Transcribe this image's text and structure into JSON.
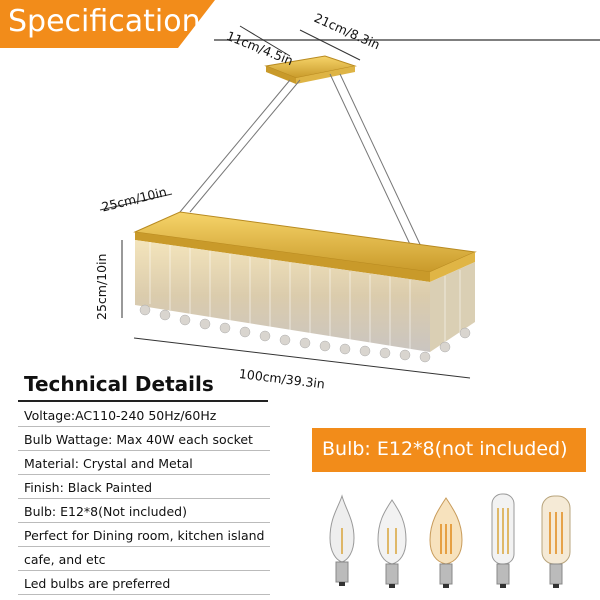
{
  "spec_banner": {
    "title": "Specification",
    "color": "#f28c1a"
  },
  "dimensions": {
    "top_depth": "11cm/4.5in",
    "top_width": "21cm/8.3in",
    "body_depth": "25cm/10in",
    "body_height": "25cm/10in",
    "body_length": "100cm/39.3in"
  },
  "technical": {
    "title": "Technical Details",
    "items": [
      "Voltage:AC110-240 50Hz/60Hz",
      "Bulb Wattage: Max 40W each socket",
      "Material: Crystal and Metal",
      "Finish: Black Painted",
      "Bulb: E12*8(Not included)",
      "Perfect for Dining room, kitchen island",
      "cafe, and etc",
      "Led bulbs are preferred"
    ]
  },
  "bulb_banner": {
    "text": "Bulb: E12*8(not included)",
    "color": "#f28c1a"
  },
  "icons": [
    "chandelier-image",
    "bulb-flame-tip-icon",
    "bulb-candle-icon",
    "bulb-amber-candle-icon",
    "bulb-tubular-icon",
    "bulb-tubular-amber-icon"
  ]
}
